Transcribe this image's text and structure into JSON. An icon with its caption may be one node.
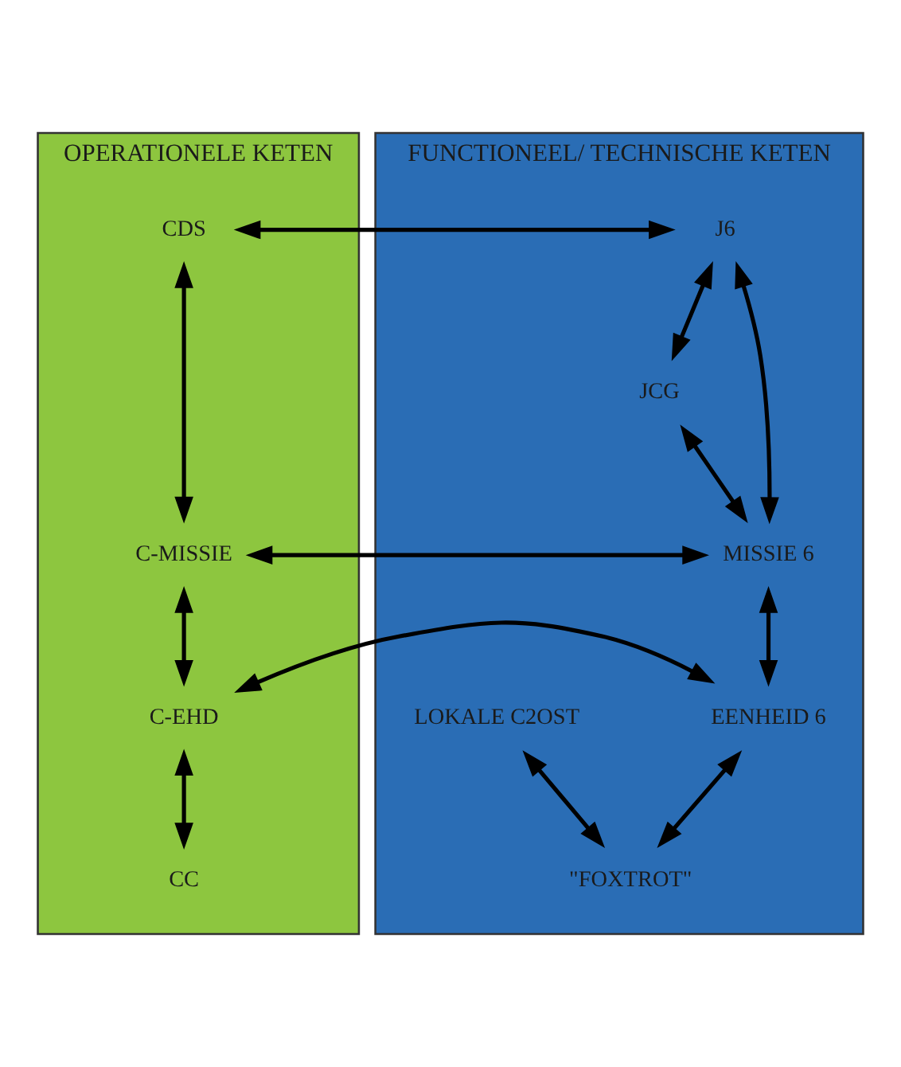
{
  "diagram": {
    "nodes": [
      {
        "text": [
          "OPERATIONELE KETEN"
        ]
      },
      {
        "text": [
          "FUNCTIONEEL/ TECHNISCHE KETEN"
        ]
      },
      {
        "text": [
          "CDS"
        ],
        "in": 0
      },
      {
        "text": [
          "C-MISSIE"
        ],
        "in": 0
      },
      {
        "text": [
          "C-EHD"
        ],
        "in": 0
      },
      {
        "text": [
          "CC"
        ],
        "in": 0
      },
      {
        "text": [
          "J6"
        ],
        "in": 1
      },
      {
        "text": [
          "JCG"
        ],
        "in": 1
      },
      {
        "text": [
          "MISSIE 6"
        ],
        "in": 1
      },
      {
        "text": [
          "EENHEID 6"
        ],
        "in": 1
      },
      {
        "text": [
          "LOKALE C2OST"
        ],
        "in": 1
      },
      {
        "text": [
          "\"FOXTROT\""
        ],
        "in": 1
      }
    ],
    "edges": [
      {
        "from": 2,
        "to": 6,
        "arrow": "both"
      },
      {
        "from": 6,
        "to": 7,
        "arrow": "both"
      },
      {
        "from": 2,
        "to": 3,
        "arrow": "both"
      },
      {
        "from": 6,
        "to": 8,
        "arrow": "both"
      },
      {
        "from": 7,
        "to": 8,
        "arrow": "both"
      },
      {
        "from": 3,
        "to": 8,
        "arrow": "both"
      },
      {
        "from": 3,
        "to": 4,
        "arrow": "both"
      },
      {
        "from": 8,
        "to": 9,
        "arrow": "both"
      },
      {
        "from": 4,
        "to": 9,
        "arrow": "both"
      },
      {
        "from": 4,
        "to": 5,
        "arrow": "both"
      },
      {
        "from": 9,
        "to": 11,
        "arrow": "both"
      },
      {
        "from": 10,
        "to": 11,
        "arrow": "both"
      }
    ]
  }
}
